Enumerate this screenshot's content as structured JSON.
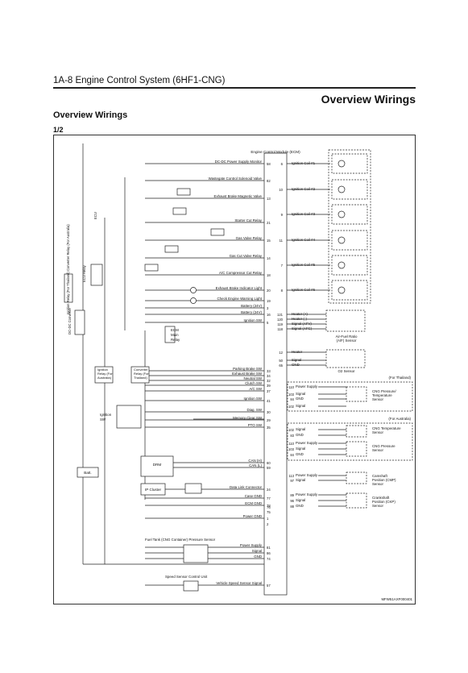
{
  "header": {
    "section": "1A-8   Engine Control System (6HF1-CNG)",
    "title": "Overview Wirings",
    "subtitle": "Overview Wirings",
    "page": "1/2"
  },
  "diagram": {
    "ecm_title": "Engine Control Module (ECM)",
    "left_items": [
      {
        "label": "DC-DC Power Supply Monitor",
        "pin": "58"
      },
      {
        "label": "Wastegate Control Solenoid Valve",
        "pin": "82"
      },
      {
        "label": "Exhaust Brake Magnetic Valve",
        "pin": "13"
      },
      {
        "label": "Starter Cut Relay",
        "pin": "21"
      },
      {
        "label": "Gas Valve Relay",
        "pin": "15"
      },
      {
        "label": "Gas Cut Valve Relay",
        "pin": "14"
      },
      {
        "label": "A/C Compressor Cut Relay",
        "pin": "18"
      },
      {
        "label": "Exhaust Brake Indicator Light",
        "pin": "20"
      },
      {
        "label": "Check Engine Warning Light",
        "pin": "19"
      },
      {
        "label": "Battery (24V)",
        "pin": "3"
      },
      {
        "label": "Battery (24V)",
        "pin": "16"
      },
      {
        "label": "Ignition SW",
        "pin": "5"
      },
      {
        "label": "Parking Brake SW",
        "pin": "33"
      },
      {
        "label": "Exhaust Brake SW",
        "pin": "34"
      },
      {
        "label": "Neutral SW",
        "pin": "32"
      },
      {
        "label": "Clutch SW",
        "pin": "39"
      },
      {
        "label": "A/C SW",
        "pin": "37"
      },
      {
        "label": "Ignition SW",
        "pin": "41"
      },
      {
        "label": "Diag. SW",
        "pin": "30"
      },
      {
        "label": "Memory Clear SW",
        "pin": "29"
      },
      {
        "label": "PTO SW",
        "pin": "35"
      },
      {
        "label": "CAN (H)",
        "pin": "60"
      },
      {
        "label": "CAN (L)",
        "pin": "59"
      },
      {
        "label": "Data Link Connector",
        "pin": "24"
      },
      {
        "label": "Case GND",
        "pin": "77"
      },
      {
        "label": "ECM GND",
        "pin": "78"
      },
      {
        "label": "Power GND",
        "pin": "1"
      },
      {
        "label": "Power Supply",
        "pin": "81"
      },
      {
        "label": "Signal",
        "pin": "86"
      },
      {
        "label": "GND",
        "pin": "74"
      },
      {
        "label": "Vehicle Speed Sensor Signal",
        "pin": "57"
      }
    ],
    "extra_pins": [
      "76",
      "75",
      "2"
    ],
    "coil_pins": [
      "6",
      "10",
      "9",
      "11",
      "7",
      "8"
    ],
    "coils": [
      "Ignition Coil #1",
      "Ignition Coil #2",
      "Ignition Coil #3",
      "Ignition Coil #4",
      "Ignition Coil #5",
      "Ignition Coil #6"
    ],
    "af_pins": [
      "121",
      "120",
      "119",
      "118"
    ],
    "af_labels": [
      "Heater (+)",
      "Heater (-)",
      "Signal (AFV)",
      "Signal (AFC)"
    ],
    "af_sensor": "Air-Fuel Ratio (A/F) Sensor",
    "o2_pins": [
      "12",
      "50",
      "65"
    ],
    "o2_labels": [
      "Heater",
      "Signal",
      "GND"
    ],
    "o2_sensor": "O2 Sensor",
    "for_thailand": "(For Thailand)",
    "for_australia": "(For Australia)",
    "cng_temp_pins": [
      "110",
      "103",
      "84",
      "102"
    ],
    "cng_temp_labels": [
      "Power Supply",
      "Signal",
      "GND",
      "Signal"
    ],
    "cng_temp_sensor": "CNG Pressure/ Temperature Sensor",
    "cng_temp2_pins": [
      "102",
      "83"
    ],
    "cng_temp2_labels": [
      "Signal",
      "GND"
    ],
    "cng_temp2_sensor": "CNG Temperature Sensor",
    "cng_press_pins": [
      "110",
      "103",
      "84"
    ],
    "cng_press_labels": [
      "Power Supply",
      "Signal",
      "GND"
    ],
    "cng_press_sensor": "CNG Pressure Sensor",
    "cmp_pins": [
      "113",
      "97"
    ],
    "cmp_labels": [
      "Power Supply",
      "Signal"
    ],
    "cmp_sensor": "Camshaft Position (CMP) Sensor",
    "ckp_pins": [
      "89",
      "96",
      "88"
    ],
    "ckp_labels": [
      "Power Supply",
      "Signal",
      "GND"
    ],
    "ckp_sensor": "Crankshaft Position (CKP) Sensor",
    "ecm_main_relay": "ECM Main Relay",
    "ignition_relay_left": "Ignition Relay (For Thailand) Converter Relay (For Australia)",
    "ecu_relay": "ECU Relay",
    "dc_dc_converter": "DC-DC Converter",
    "ecu": "ECU",
    "ignition_relay_box": "Ignition Relay (For Australia)",
    "converter_relay_box": "Converter Relay (For Thailand)",
    "ignition_sw": "Ignition SW",
    "batt": "Batt.",
    "drm": "DRM",
    "ip_cluster": "IP Cluster",
    "fuel_tank": "Fuel Tank (CNG Container) Pressure Sensor",
    "speed_sensor": "Speed Sensor Control Unit",
    "code": "MFW51AXF000401"
  }
}
